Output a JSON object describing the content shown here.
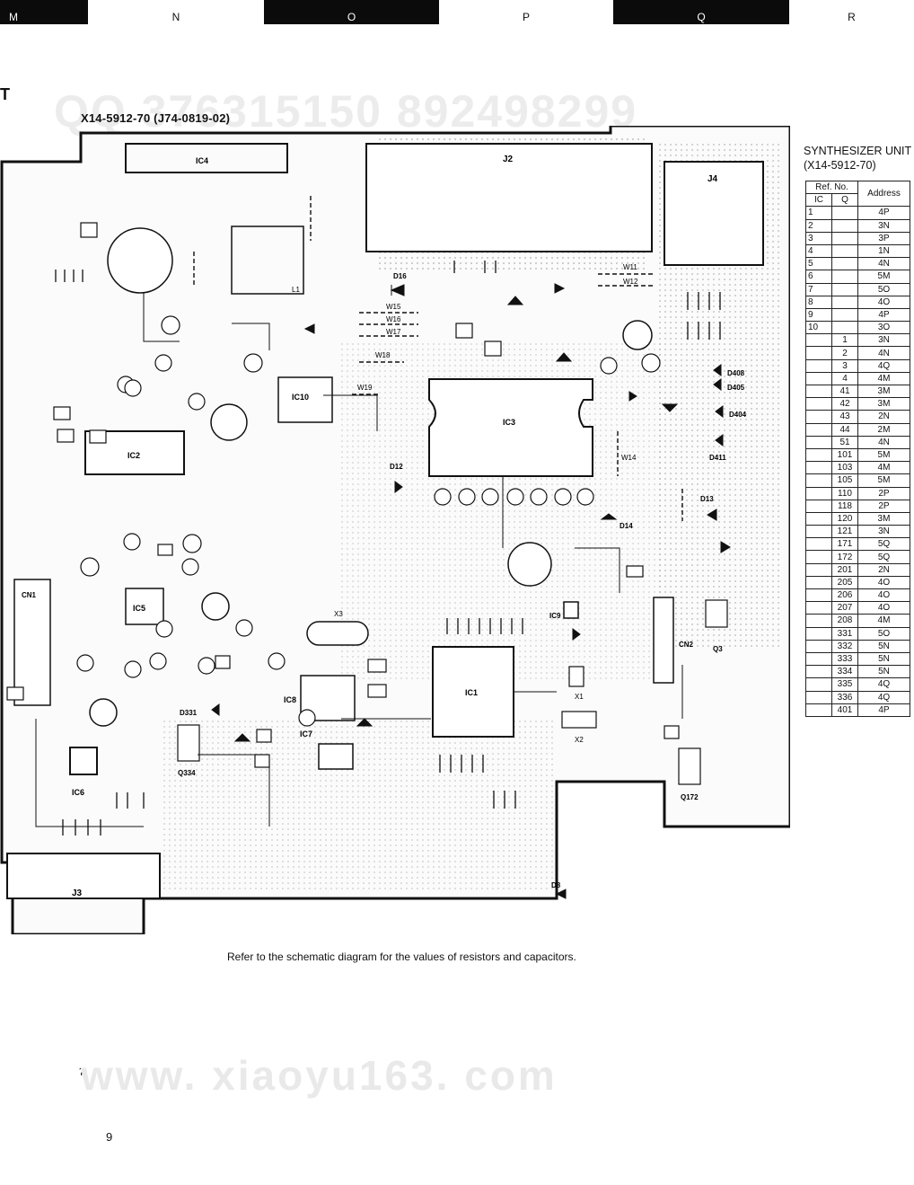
{
  "header": {
    "zones": [
      {
        "label": "M",
        "dark": true
      },
      {
        "label": "N",
        "dark": false
      },
      {
        "label": "O",
        "dark": true
      },
      {
        "label": "P",
        "dark": false
      },
      {
        "label": "Q",
        "dark": true
      },
      {
        "label": "R",
        "dark": false
      }
    ]
  },
  "left_mark": "T",
  "watermark_top": "QQ 376315150   892498299",
  "board": {
    "title": "X14-5912-70 (J74-0819-02)",
    "ic_labels": [
      "IC1",
      "IC2",
      "IC3",
      "IC4",
      "IC5",
      "IC6",
      "IC7",
      "IC8",
      "IC9",
      "IC10"
    ],
    "connector_labels": [
      "J2",
      "J3",
      "J4",
      "CN1",
      "CN2"
    ],
    "other_labels": [
      "X1",
      "X2",
      "X3",
      "L1",
      "D8",
      "D12",
      "D13",
      "D14",
      "D16",
      "Q3",
      "Q172",
      "Q334",
      "D331",
      "D404",
      "D405",
      "D408",
      "D411",
      "W11",
      "W12",
      "W14",
      "W15",
      "W16",
      "W17",
      "W18",
      "W19"
    ]
  },
  "unit": {
    "title_line1": "SYNTHESIZER UNIT",
    "title_line2": "(X14-5912-70)"
  },
  "table": {
    "ref_header": "Ref. No.",
    "ic_header": "IC",
    "q_header": "Q",
    "address_header": "Address",
    "rows": [
      {
        "ic": "1",
        "q": "",
        "address": "4P"
      },
      {
        "ic": "2",
        "q": "",
        "address": "3N"
      },
      {
        "ic": "3",
        "q": "",
        "address": "3P"
      },
      {
        "ic": "4",
        "q": "",
        "address": "1N"
      },
      {
        "ic": "5",
        "q": "",
        "address": "4N"
      },
      {
        "ic": "6",
        "q": "",
        "address": "5M"
      },
      {
        "ic": "7",
        "q": "",
        "address": "5O"
      },
      {
        "ic": "8",
        "q": "",
        "address": "4O"
      },
      {
        "ic": "9",
        "q": "",
        "address": "4P"
      },
      {
        "ic": "10",
        "q": "",
        "address": "3O"
      },
      {
        "ic": "",
        "q": "1",
        "address": "3N"
      },
      {
        "ic": "",
        "q": "2",
        "address": "4N"
      },
      {
        "ic": "",
        "q": "3",
        "address": "4Q"
      },
      {
        "ic": "",
        "q": "4",
        "address": "4M"
      },
      {
        "ic": "",
        "q": "41",
        "address": "3M"
      },
      {
        "ic": "",
        "q": "42",
        "address": "3M"
      },
      {
        "ic": "",
        "q": "43",
        "address": "2N"
      },
      {
        "ic": "",
        "q": "44",
        "address": "2M"
      },
      {
        "ic": "",
        "q": "51",
        "address": "4N"
      },
      {
        "ic": "",
        "q": "101",
        "address": "5M"
      },
      {
        "ic": "",
        "q": "103",
        "address": "4M"
      },
      {
        "ic": "",
        "q": "105",
        "address": "5M"
      },
      {
        "ic": "",
        "q": "110",
        "address": "2P"
      },
      {
        "ic": "",
        "q": "118",
        "address": "2P"
      },
      {
        "ic": "",
        "q": "120",
        "address": "3M"
      },
      {
        "ic": "",
        "q": "121",
        "address": "3N"
      },
      {
        "ic": "",
        "q": "171",
        "address": "5Q"
      },
      {
        "ic": "",
        "q": "172",
        "address": "5Q"
      },
      {
        "ic": "",
        "q": "201",
        "address": "2N"
      },
      {
        "ic": "",
        "q": "205",
        "address": "4O"
      },
      {
        "ic": "",
        "q": "206",
        "address": "4O"
      },
      {
        "ic": "",
        "q": "207",
        "address": "4O"
      },
      {
        "ic": "",
        "q": "208",
        "address": "4M"
      },
      {
        "ic": "",
        "q": "331",
        "address": "5O"
      },
      {
        "ic": "",
        "q": "332",
        "address": "5N"
      },
      {
        "ic": "",
        "q": "333",
        "address": "5N"
      },
      {
        "ic": "",
        "q": "334",
        "address": "5N"
      },
      {
        "ic": "",
        "q": "335",
        "address": "4Q"
      },
      {
        "ic": "",
        "q": "336",
        "address": "4Q"
      },
      {
        "ic": "",
        "q": "401",
        "address": "4P"
      }
    ]
  },
  "note": "Refer to the schematic diagram for the values of resistors and capacitors.",
  "watermark_bottom": "www. xiaoyu163. com",
  "page_number": "9",
  "stray_mark": "ʔ"
}
